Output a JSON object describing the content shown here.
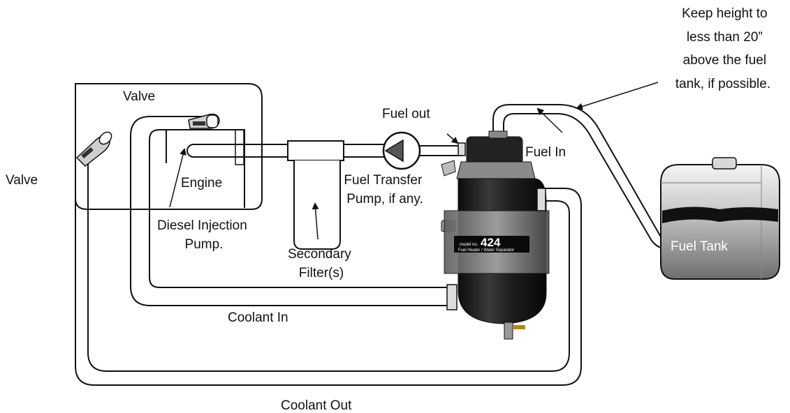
{
  "diagram": {
    "labels": {
      "valve_top": "Valve",
      "valve_left": "Valve",
      "engine": "Engine",
      "diesel_injection_pump": [
        "Diesel Injection",
        "Pump."
      ],
      "secondary_filter": [
        "Secondary",
        "Filter(s)"
      ],
      "fuel_out": "Fuel out",
      "fuel_transfer_pump": [
        "Fuel Transfer",
        "Pump, if any."
      ],
      "fuel_in": "Fuel In",
      "height_note": [
        "Keep height to",
        "less than 20”",
        "above the fuel",
        "tank, if possible."
      ],
      "fuel_tank": "Fuel Tank",
      "coolant_in": "Coolant In",
      "coolant_out": "Coolant Out"
    },
    "unit": {
      "model_number": "424",
      "model_prefix": "model no.",
      "product_name": "Fuel Heater / Water Separator"
    },
    "colors": {
      "line": "#111111",
      "heater_body": "#1c1c1c",
      "tank_fill": "#9a9a9a",
      "fuel_surface": "#111111"
    }
  }
}
